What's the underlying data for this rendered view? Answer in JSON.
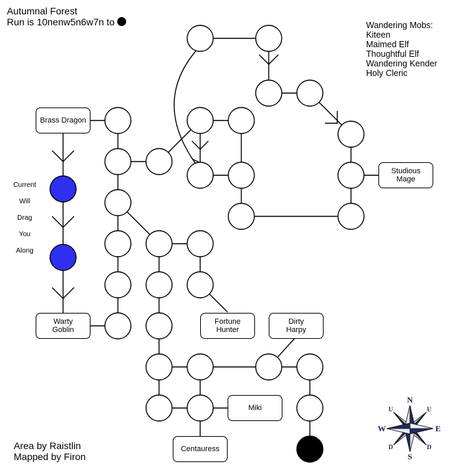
{
  "header": {
    "area_name": "Autumnal Forest",
    "run_text": "Run is 10nenw5n6w7n to"
  },
  "wandering_mobs": {
    "heading": "Wandering Mobs:",
    "items": [
      "Kiteen",
      "Maimed Elf",
      "Thoughtful Elf",
      "Wandering Kender",
      "Holy Cleric"
    ]
  },
  "side_labels": [
    "Current",
    "Will",
    "Drag",
    "You",
    "Along"
  ],
  "mob_boxes": [
    {
      "id": "brass-dragon",
      "label": "Brass Dragon"
    },
    {
      "id": "warty-goblin",
      "label": "Warty\nGoblin"
    },
    {
      "id": "studious-mage",
      "label": "Studious\nMage"
    },
    {
      "id": "fortune-hunter",
      "label": "Fortune\nHunter"
    },
    {
      "id": "dirty-harpy",
      "label": "Dirty\nHarpy"
    },
    {
      "id": "miki",
      "label": "Miki"
    },
    {
      "id": "centauress",
      "label": "Centauress"
    }
  ],
  "credits": {
    "area_by": "Area by Raistlin",
    "mapped_by": "Mapped by Firon"
  },
  "compass": {
    "north": "N",
    "south": "S",
    "east": "E",
    "west": "W",
    "up_left": "U",
    "up_right": "U",
    "down_left": "D",
    "down_right": "D"
  },
  "colors": {
    "current_room": "#2f2ff0",
    "destination": "#000000",
    "compass_fill": "#1f2a5a"
  }
}
